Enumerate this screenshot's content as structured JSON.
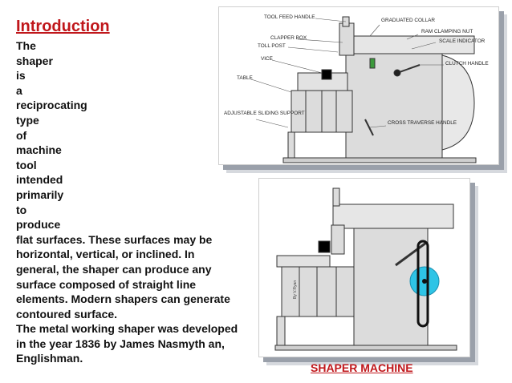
{
  "slide": {
    "title": "Introduction",
    "body_lines": [
      "The",
      "shaper",
      "is",
      "a",
      "reciprocating",
      "type",
      "of",
      "machine",
      "tool",
      "intended",
      "primarily",
      "to",
      "produce",
      "flat surfaces. These surfaces may be",
      "horizontal, vertical, or inclined. In",
      "general, the shaper can produce any",
      "surface composed of straight line",
      "elements. Modern shapers can generate",
      "contoured surface.",
      "The metal working shaper was developed",
      "in the year 1836 by James Nasmyth an,",
      "Englishman."
    ],
    "caption": "SHAPER  MACHINE"
  },
  "diagram_top": {
    "labels": {
      "tool_feed_handle": "TOOL FEED HANDLE",
      "graduated_collar": "GRADUATED COLLAR",
      "ram_clamping_nut": "RAM CLAMPING NUT",
      "clapper_box": "CLAPPER BOX",
      "tool_post": "TOLL POST",
      "scale_indicator": "SCALE INDICATOR",
      "vice": "VICE",
      "clutch_handle": "CLUTCH HANDLE",
      "table": "TABLE",
      "adjustable_sliding_support": "ADJUSTABLE SLIDING SUPPORT",
      "cross_traverse_handle": "CROSS TRAVERSE HANDLE"
    }
  },
  "diagram_bottom": {
    "side_note": "By V.Ryan"
  },
  "colors": {
    "title_red": "#c0171b",
    "highlight_cyan": "#2ec4e6",
    "machine_fill": "#dcdcdc",
    "machine_stroke": "#333333"
  }
}
